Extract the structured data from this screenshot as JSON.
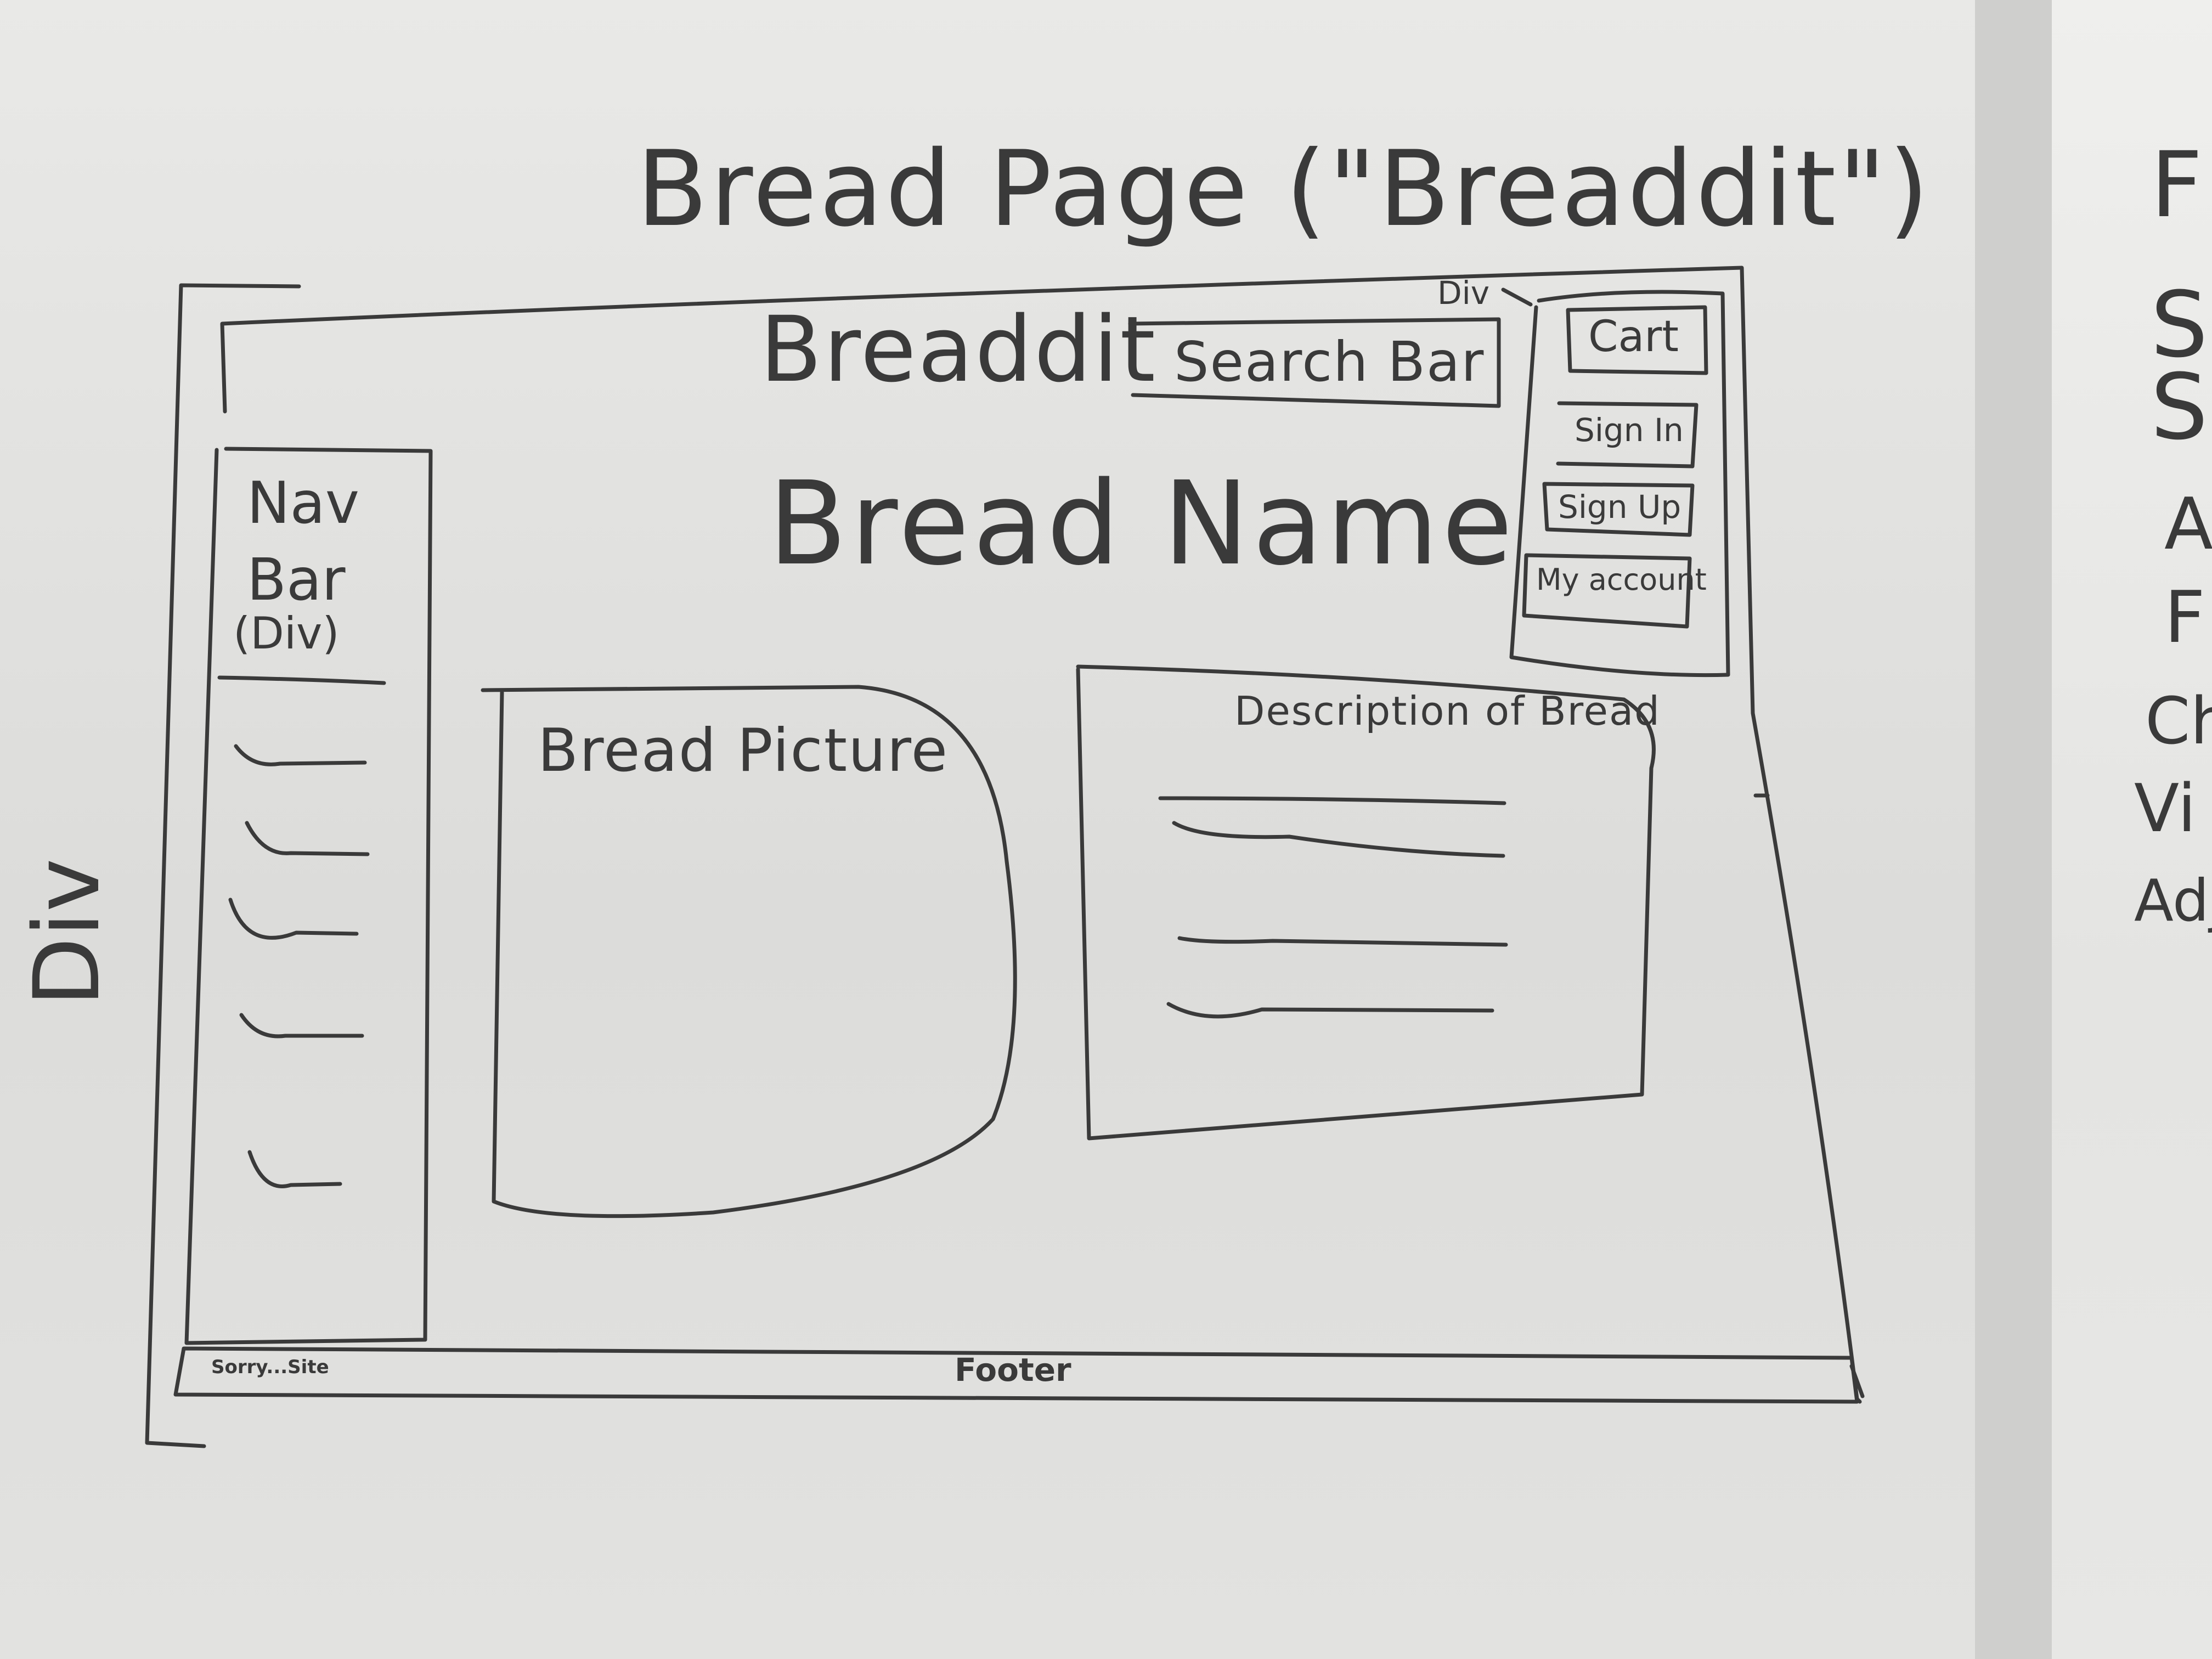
{
  "diagram": {
    "title": "Bread Page (\"Breaddit\")",
    "container_label": "Div",
    "header": {
      "brand": "Breaddit",
      "search_bar": "Search Bar"
    },
    "account_panel": {
      "label": "Div",
      "buttons": [
        "Cart",
        "Sign In",
        "Sign Up",
        "My account"
      ]
    },
    "bread_name": "Bread Name",
    "nav_bar": {
      "line1": "Nav",
      "line2": "Bar",
      "line3": "(Div)"
    },
    "picture_box": "Bread Picture",
    "description_box": "Description of Bread",
    "footer": "Footer",
    "footer_note": "Sorry...Site",
    "right_sheet_fragments": [
      "F",
      "S",
      "S",
      "A",
      "F",
      "Ch",
      "Vi",
      "Adj"
    ]
  },
  "colors": {
    "ink": "#3a3a3a",
    "paper": "#e6e6e4"
  }
}
